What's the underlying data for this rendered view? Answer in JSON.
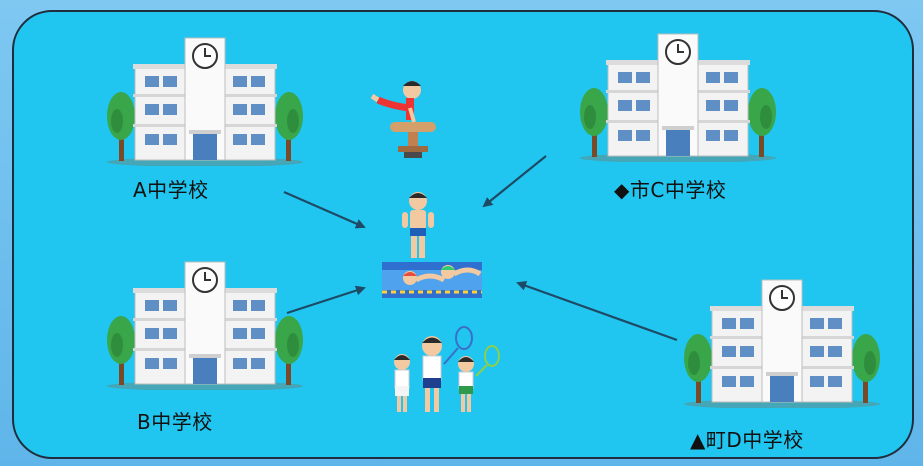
{
  "schools": {
    "a": {
      "label": "A中学校"
    },
    "b": {
      "label": "B中学校"
    },
    "c": {
      "label": "◆市C中学校"
    },
    "d": {
      "label": "▲町D中学校"
    }
  },
  "icons": {
    "school": "school-building-icon",
    "gymnastics": "gymnastics-pommel-horse-icon",
    "swimmer": "swimmer-icon",
    "swimming_pool": "swimming-pool-icon",
    "tennis": "tennis-players-icon"
  },
  "colors": {
    "panel_background": "#20c6f0",
    "panel_border": "#1f2d3d",
    "arrow": "#1e4a66",
    "building": "#f4f4f4",
    "window": "#5f8fc4",
    "tree": "#3aa64a"
  }
}
